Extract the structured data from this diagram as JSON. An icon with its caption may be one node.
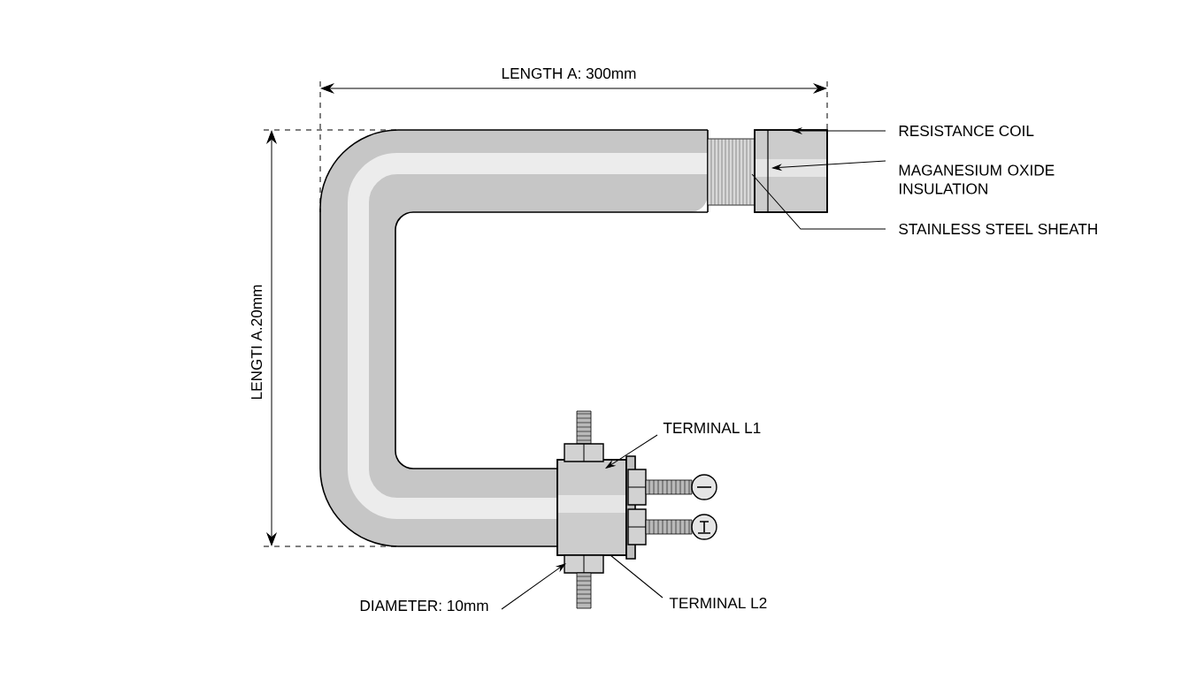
{
  "diagram": {
    "nodes": [
      {
        "text": [
          "RESISTANCE COIL"
        ]
      },
      {
        "text": [
          "MAGANESIUM OXIDE INSULATION"
        ]
      },
      {
        "text": [
          "STAINLESS STEEL SHEATH"
        ]
      },
      {
        "text": [
          "TERMINAL L1"
        ]
      },
      {
        "text": [
          "TERMINAL L2"
        ]
      },
      {
        "text": [
          "DIAMETER: 10mm"
        ]
      },
      {
        "text": [],
        "shape": "picture"
      },
      {
        "text": [],
        "shape": "picture"
      },
      {
        "text": [],
        "shape": "picture"
      }
    ],
    "edges": [
      {
        "from": 0,
        "to": 8,
        "arrow": "to"
      },
      {
        "from": 1,
        "to": 8,
        "arrow": "to"
      },
      {
        "from": 2,
        "to": 7,
        "arrow": "none"
      },
      {
        "from": 3,
        "to": 6,
        "arrow": "to"
      },
      {
        "from": 4,
        "to": 6,
        "arrow": "none"
      },
      {
        "from": 5,
        "to": 6,
        "arrow": "to"
      }
    ],
    "labels": [
      "LENGTH A: 300mm",
      "LENGTI A.20mm"
    ]
  }
}
